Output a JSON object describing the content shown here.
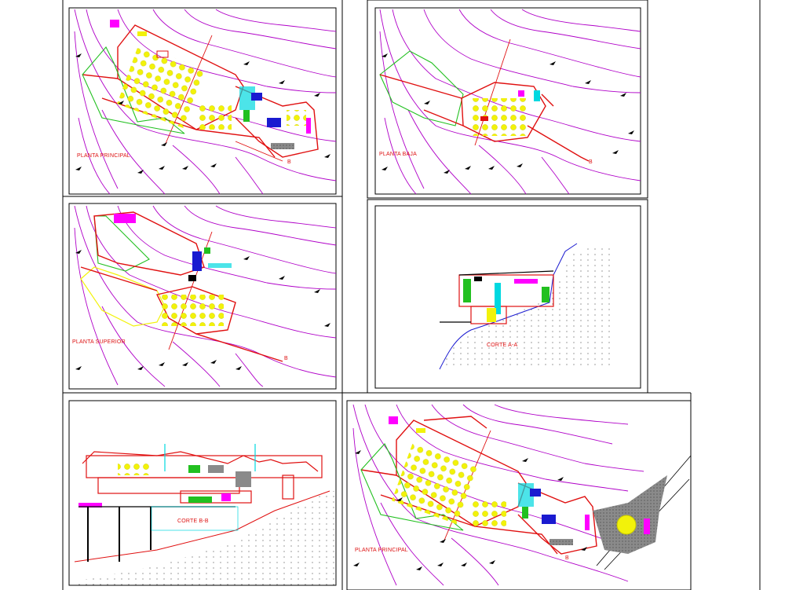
{
  "sheets": [
    {
      "id": "s1",
      "label": "PLANTA PRINCIPAL"
    },
    {
      "id": "s2",
      "label": "PLANTA BAJA"
    },
    {
      "id": "s3",
      "label": "PLANTA SUPERIOR"
    },
    {
      "id": "s4",
      "label": "CORTE A-A"
    },
    {
      "id": "s5",
      "label": "CORTE B-B"
    },
    {
      "id": "s6",
      "label": "PLANTA PRINCIPAL"
    }
  ],
  "markers": {
    "section_b": "B"
  },
  "colors": {
    "contour": "#b000c8",
    "wall": "#e01010",
    "green": "#22c020",
    "yellow": "#f2f20a",
    "cyan": "#00d8e0",
    "magenta": "#ff00ff",
    "frame": "#000000",
    "dots": "#555555",
    "blue": "#1a1ad0",
    "gray": "#8a8a8a"
  }
}
